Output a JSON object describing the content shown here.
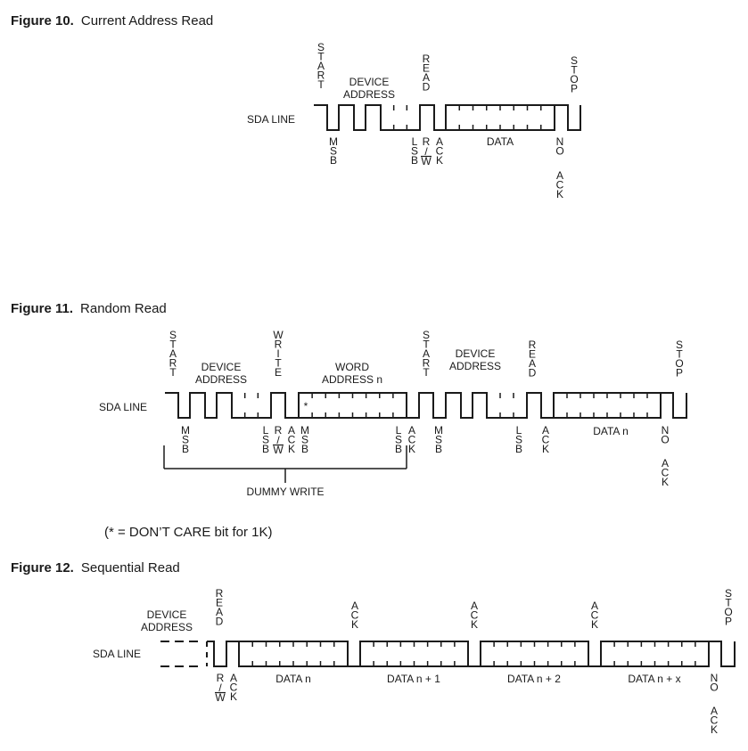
{
  "figures": [
    {
      "number": "Figure 10.",
      "title": "Current Address Read",
      "line_label": "SDA LINE",
      "top_labels": [
        "START",
        "READ",
        "STOP"
      ],
      "group_labels": [
        [
          "DEVICE",
          "ADDRESS"
        ]
      ],
      "bottom_labels": [
        "MSB",
        "LSB",
        "R/W",
        "ACK",
        "DATA",
        "NO ACK"
      ]
    },
    {
      "number": "Figure 11.",
      "title": "Random Read",
      "line_label": "SDA LINE",
      "top_labels": [
        "START",
        "WRITE",
        "START",
        "READ",
        "STOP"
      ],
      "group_labels": [
        [
          "DEVICE",
          "ADDRESS"
        ],
        [
          "WORD",
          "ADDRESS n"
        ],
        [
          "DEVICE",
          "ADDRESS"
        ]
      ],
      "bottom_labels": [
        "MSB",
        "LSB",
        "R/W",
        "ACK",
        "MSB",
        "LSB",
        "ACK",
        "MSB",
        "LSB",
        "ACK",
        "DATA n",
        "NO ACK"
      ],
      "dont_care_marker": "*",
      "bracket_label": "DUMMY WRITE"
    },
    {
      "number": "Figure 12.",
      "title": "Sequential Read",
      "line_label": "SDA LINE",
      "top_labels": [
        "READ",
        "ACK",
        "ACK",
        "ACK",
        "STOP"
      ],
      "group_labels": [
        [
          "DEVICE",
          "ADDRESS"
        ]
      ],
      "bottom_labels": [
        "R/W",
        "ACK",
        "DATA n",
        "DATA n + 1",
        "DATA n + 2",
        "DATA n + x",
        "NO ACK"
      ]
    }
  ],
  "note": "(* = DON’T CARE bit for 1K)"
}
